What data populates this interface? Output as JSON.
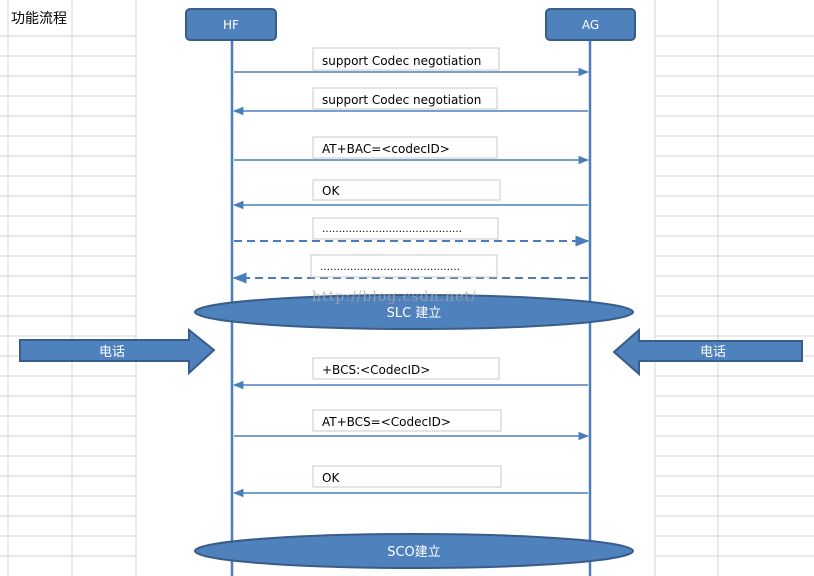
{
  "sheet": {
    "title": "功能流程"
  },
  "watermark": "http://blog.csdn.net/",
  "diagram": {
    "participants": [
      {
        "id": "hf",
        "label": "HF"
      },
      {
        "id": "ag",
        "label": "AG"
      }
    ],
    "messages": [
      {
        "from": "hf",
        "to": "ag",
        "label": "support Codec negotiation",
        "style": "solid"
      },
      {
        "from": "ag",
        "to": "hf",
        "label": "support Codec negotiation",
        "style": "solid"
      },
      {
        "from": "hf",
        "to": "ag",
        "label": "AT+BAC=<codecID>",
        "style": "solid"
      },
      {
        "from": "ag",
        "to": "hf",
        "label": "OK",
        "style": "solid"
      },
      {
        "from": "hf",
        "to": "ag",
        "label": "……………………………………",
        "style": "dashed"
      },
      {
        "from": "ag",
        "to": "hf",
        "label": "……………………………………",
        "style": "dashed"
      },
      {
        "from": "ag",
        "to": "hf",
        "label": "+BCS:<CodecID>",
        "style": "solid"
      },
      {
        "from": "hf",
        "to": "ag",
        "label": "AT+BCS=<CodecID>",
        "style": "solid"
      },
      {
        "from": "ag",
        "to": "hf",
        "label": "OK",
        "style": "solid"
      }
    ],
    "states": [
      {
        "label": "SLC 建立"
      },
      {
        "label": "SCO建立"
      }
    ],
    "side_arrows": [
      {
        "label": "电话",
        "direction": "right"
      },
      {
        "label": "电话",
        "direction": "left"
      }
    ],
    "colors": {
      "fill": "#4f81bd",
      "stroke": "#385d8a",
      "line": "#4a7ebb",
      "gridline": "#d4d4d4",
      "label_border": "#c8c8c8",
      "text_light": "#ffffff",
      "text_dark": "#000000"
    }
  }
}
